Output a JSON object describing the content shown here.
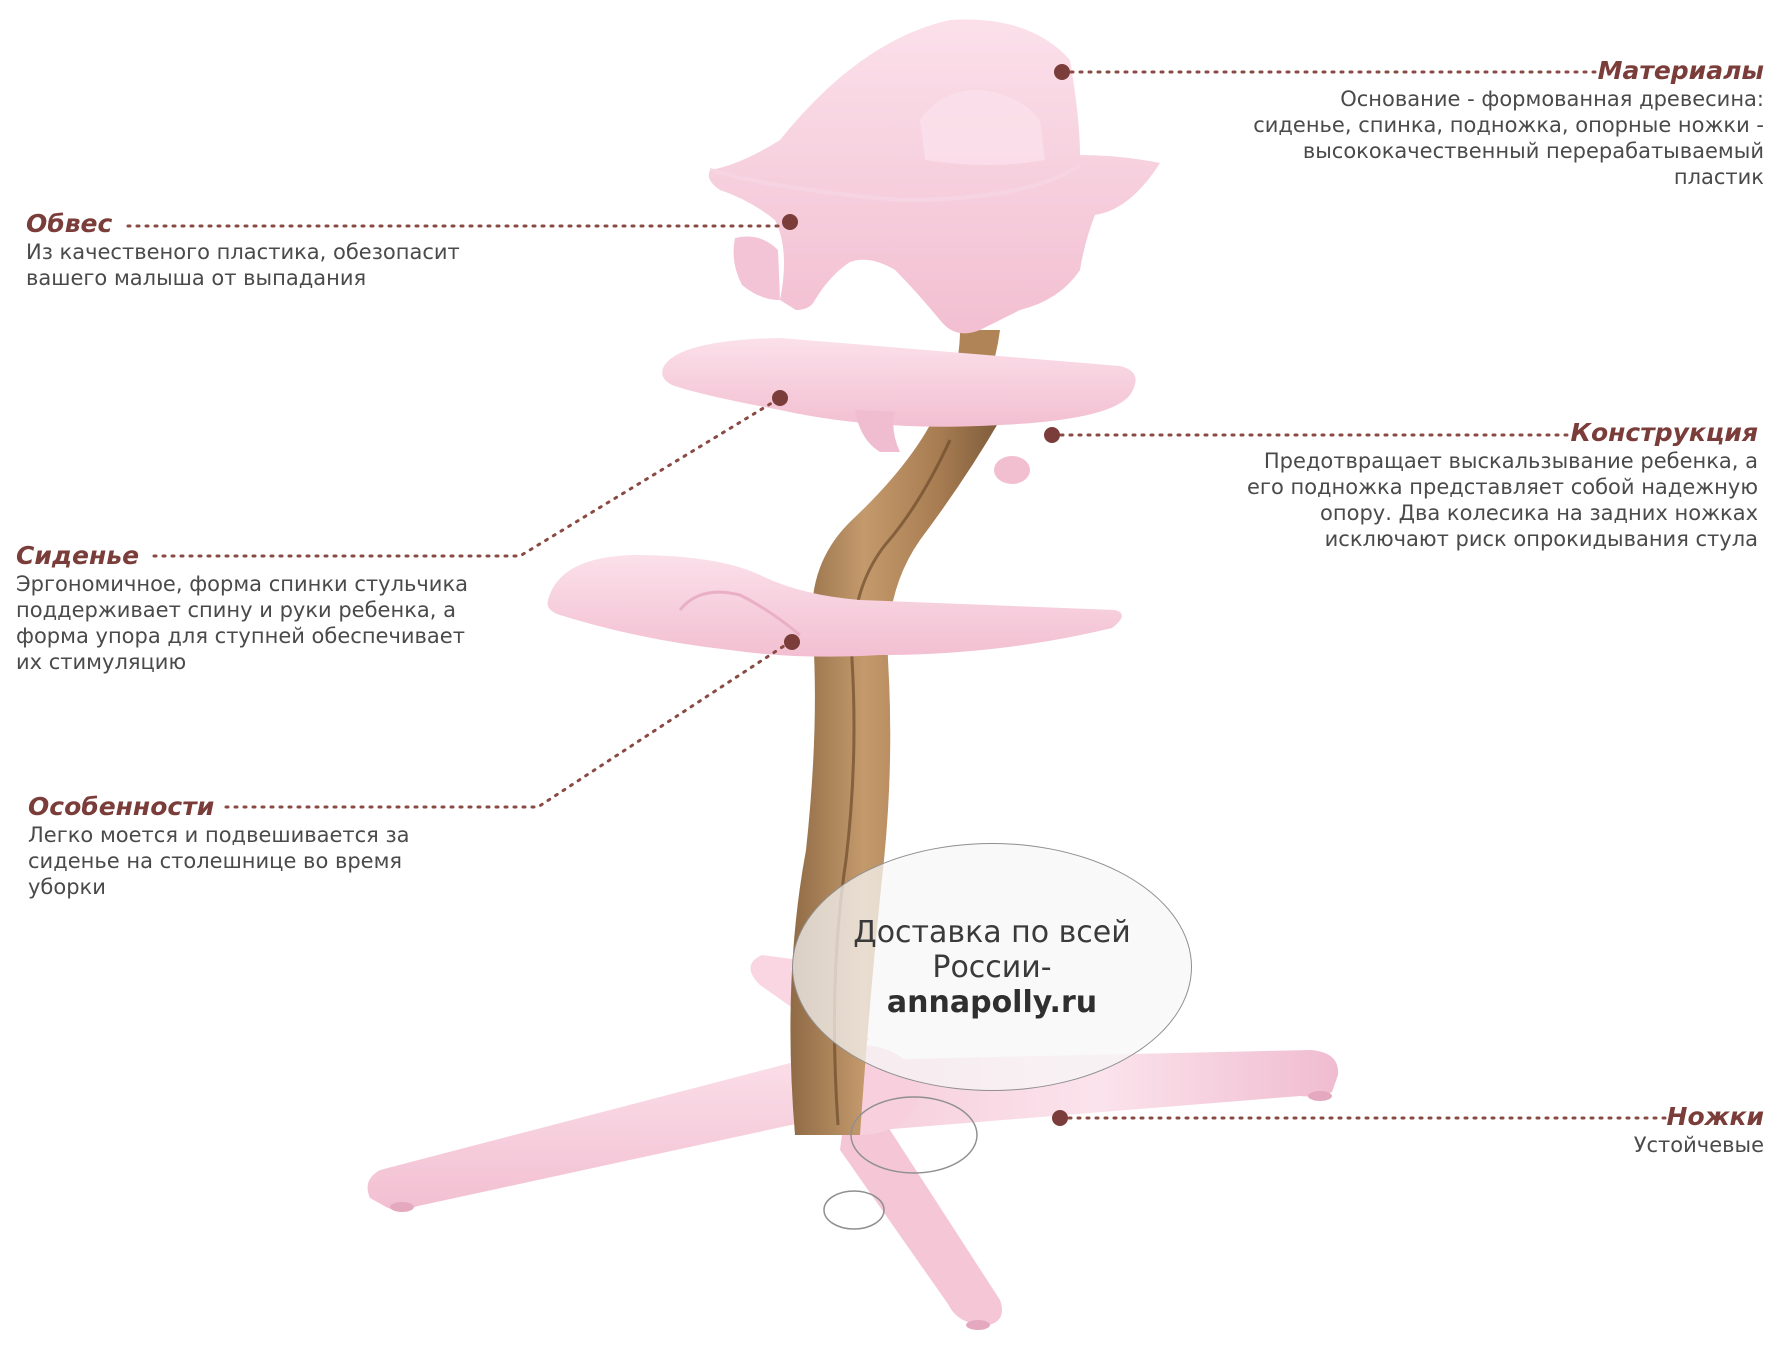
{
  "callouts": {
    "materials": {
      "title": "Материалы",
      "lines": [
        "Основание - формованная древесина:",
        "сиденье, спинка, подножка, опорные ножки -",
        "высококачественный перерабатываемый",
        "пластик"
      ]
    },
    "harness": {
      "title": "Обвес",
      "lines": [
        "Из качественого пластика, обезопасит",
        "вашего малыша от выпадания"
      ]
    },
    "construction": {
      "title": "Конструкция",
      "lines": [
        "Предотвращает выскальзывание ребенка, а",
        "его подножка представляет собой надежную",
        "опору. Два колесика на задних ножках",
        "исключают риск опрокидывания стула"
      ]
    },
    "seat": {
      "title": "Сиденье",
      "lines": [
        "Эргономичное, форма спинки стульчика",
        "поддерживает спину и руки ребенка, а",
        "форма упора для ступней обеспечивает",
        "их стимуляцию"
      ]
    },
    "features": {
      "title": "Особенности",
      "lines": [
        "Легко моется и подвешивается за",
        "сиденье на столешнице во время",
        "уборки"
      ]
    },
    "legs": {
      "title": "Ножки",
      "lines": [
        "Устойчевые"
      ]
    }
  },
  "ad": {
    "line1": "Доставка по всей",
    "line2": "России-",
    "site": "annapolly.ru"
  },
  "colors": {
    "accent": "#7a3d3a",
    "text": "#4a4a4a",
    "plastic_pink": "#f6c9d8",
    "wood": "#b58a5e"
  }
}
